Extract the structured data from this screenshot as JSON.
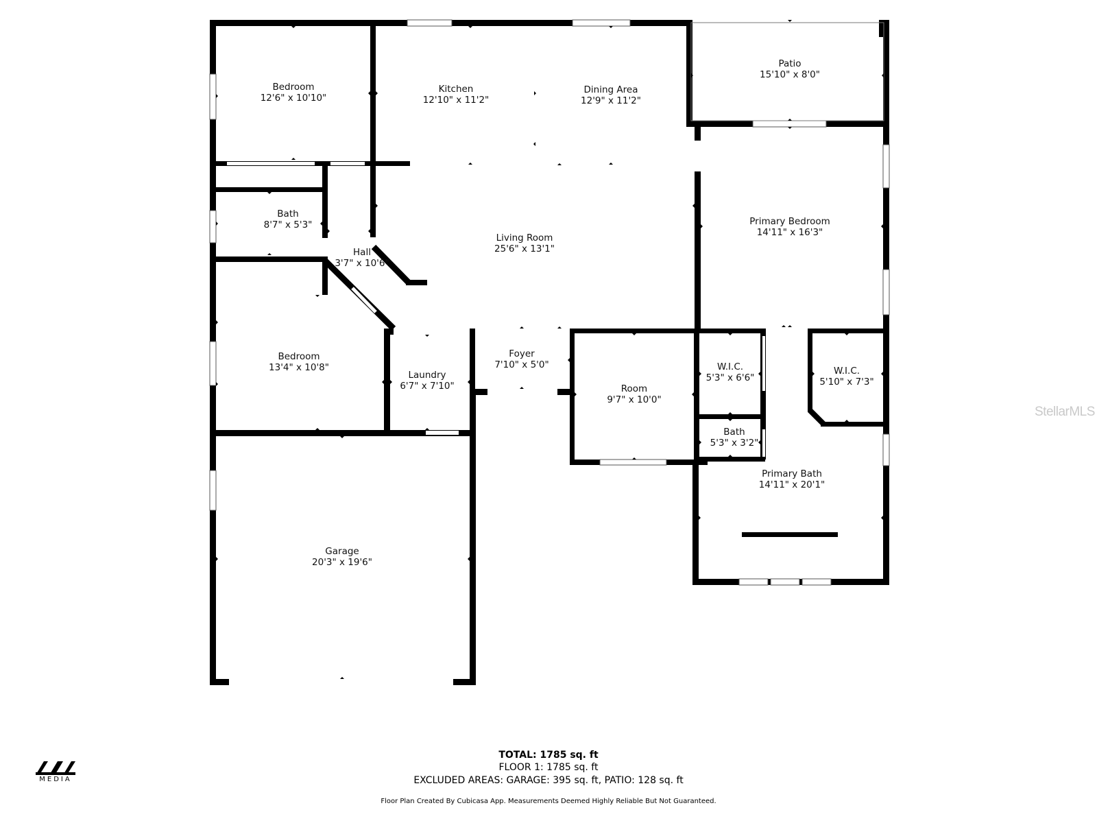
{
  "rooms": [
    {
      "id": "bedroom-1",
      "name": "Bedroom",
      "size": "12'6\" x 10'10\""
    },
    {
      "id": "kitchen",
      "name": "Kitchen",
      "size": "12'10\" x 11'2\""
    },
    {
      "id": "dining-area",
      "name": "Dining Area",
      "size": "12'9\" x 11'2\""
    },
    {
      "id": "patio",
      "name": "Patio",
      "size": "15'10\" x 8'0\""
    },
    {
      "id": "bath-1",
      "name": "Bath",
      "size": "8'7\" x 5'3\""
    },
    {
      "id": "hall",
      "name": "Hall",
      "size": "3'7\" x 10'6\""
    },
    {
      "id": "living-room",
      "name": "Living Room",
      "size": "25'6\" x 13'1\""
    },
    {
      "id": "primary-bedroom",
      "name": "Primary Bedroom",
      "size": "14'11\" x 16'3\""
    },
    {
      "id": "bedroom-2",
      "name": "Bedroom",
      "size": "13'4\" x 10'8\""
    },
    {
      "id": "laundry",
      "name": "Laundry",
      "size": "6'7\" x 7'10\""
    },
    {
      "id": "foyer",
      "name": "Foyer",
      "size": "7'10\" x 5'0\""
    },
    {
      "id": "room",
      "name": "Room",
      "size": "9'7\" x 10'0\""
    },
    {
      "id": "wic-1",
      "name": "W.I.C.",
      "size": "5'3\" x 6'6\""
    },
    {
      "id": "wic-2",
      "name": "W.I.C.",
      "size": "5'10\" x 7'3\""
    },
    {
      "id": "bath-2",
      "name": "Bath",
      "size": "5'3\" x 3'2\""
    },
    {
      "id": "primary-bath",
      "name": "Primary Bath",
      "size": "14'11\" x 20'1\""
    },
    {
      "id": "garage",
      "name": "Garage",
      "size": "20'3\" x 19'6\""
    }
  ],
  "summary": {
    "total": "TOTAL: 1785 sq. ft",
    "floor1": "FLOOR 1: 1785 sq. ft",
    "excluded": "EXCLUDED AREAS: GARAGE: 395 sq. ft, PATIO: 128 sq. ft",
    "disclaimer": "Floor Plan Created By Cubicasa App. Measurements Deemed Highly Reliable But Not Guaranteed."
  },
  "watermark": "StellarMLS",
  "logo": {
    "name": "sgs-media-logo",
    "text": "MEDIA"
  }
}
